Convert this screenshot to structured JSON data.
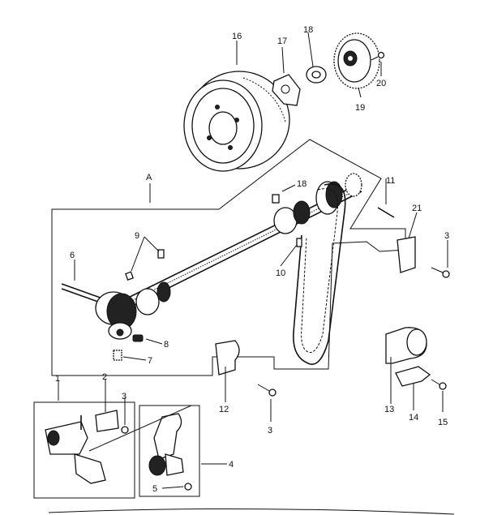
{
  "labels": {
    "l1": "1",
    "l2": "2",
    "l3a": "3",
    "l3b": "3",
    "l3c": "3",
    "l4": "4",
    "l5": "5",
    "l6": "6",
    "l7": "7",
    "l8": "8",
    "l9": "9",
    "l10": "10",
    "l11": "11",
    "l12": "12",
    "l13": "13",
    "l14": "14",
    "l15": "15",
    "l16": "16",
    "l17": "17",
    "l18a": "18",
    "l18b": "18",
    "l19": "19",
    "l20": "20",
    "l21": "21",
    "lA": "A"
  }
}
